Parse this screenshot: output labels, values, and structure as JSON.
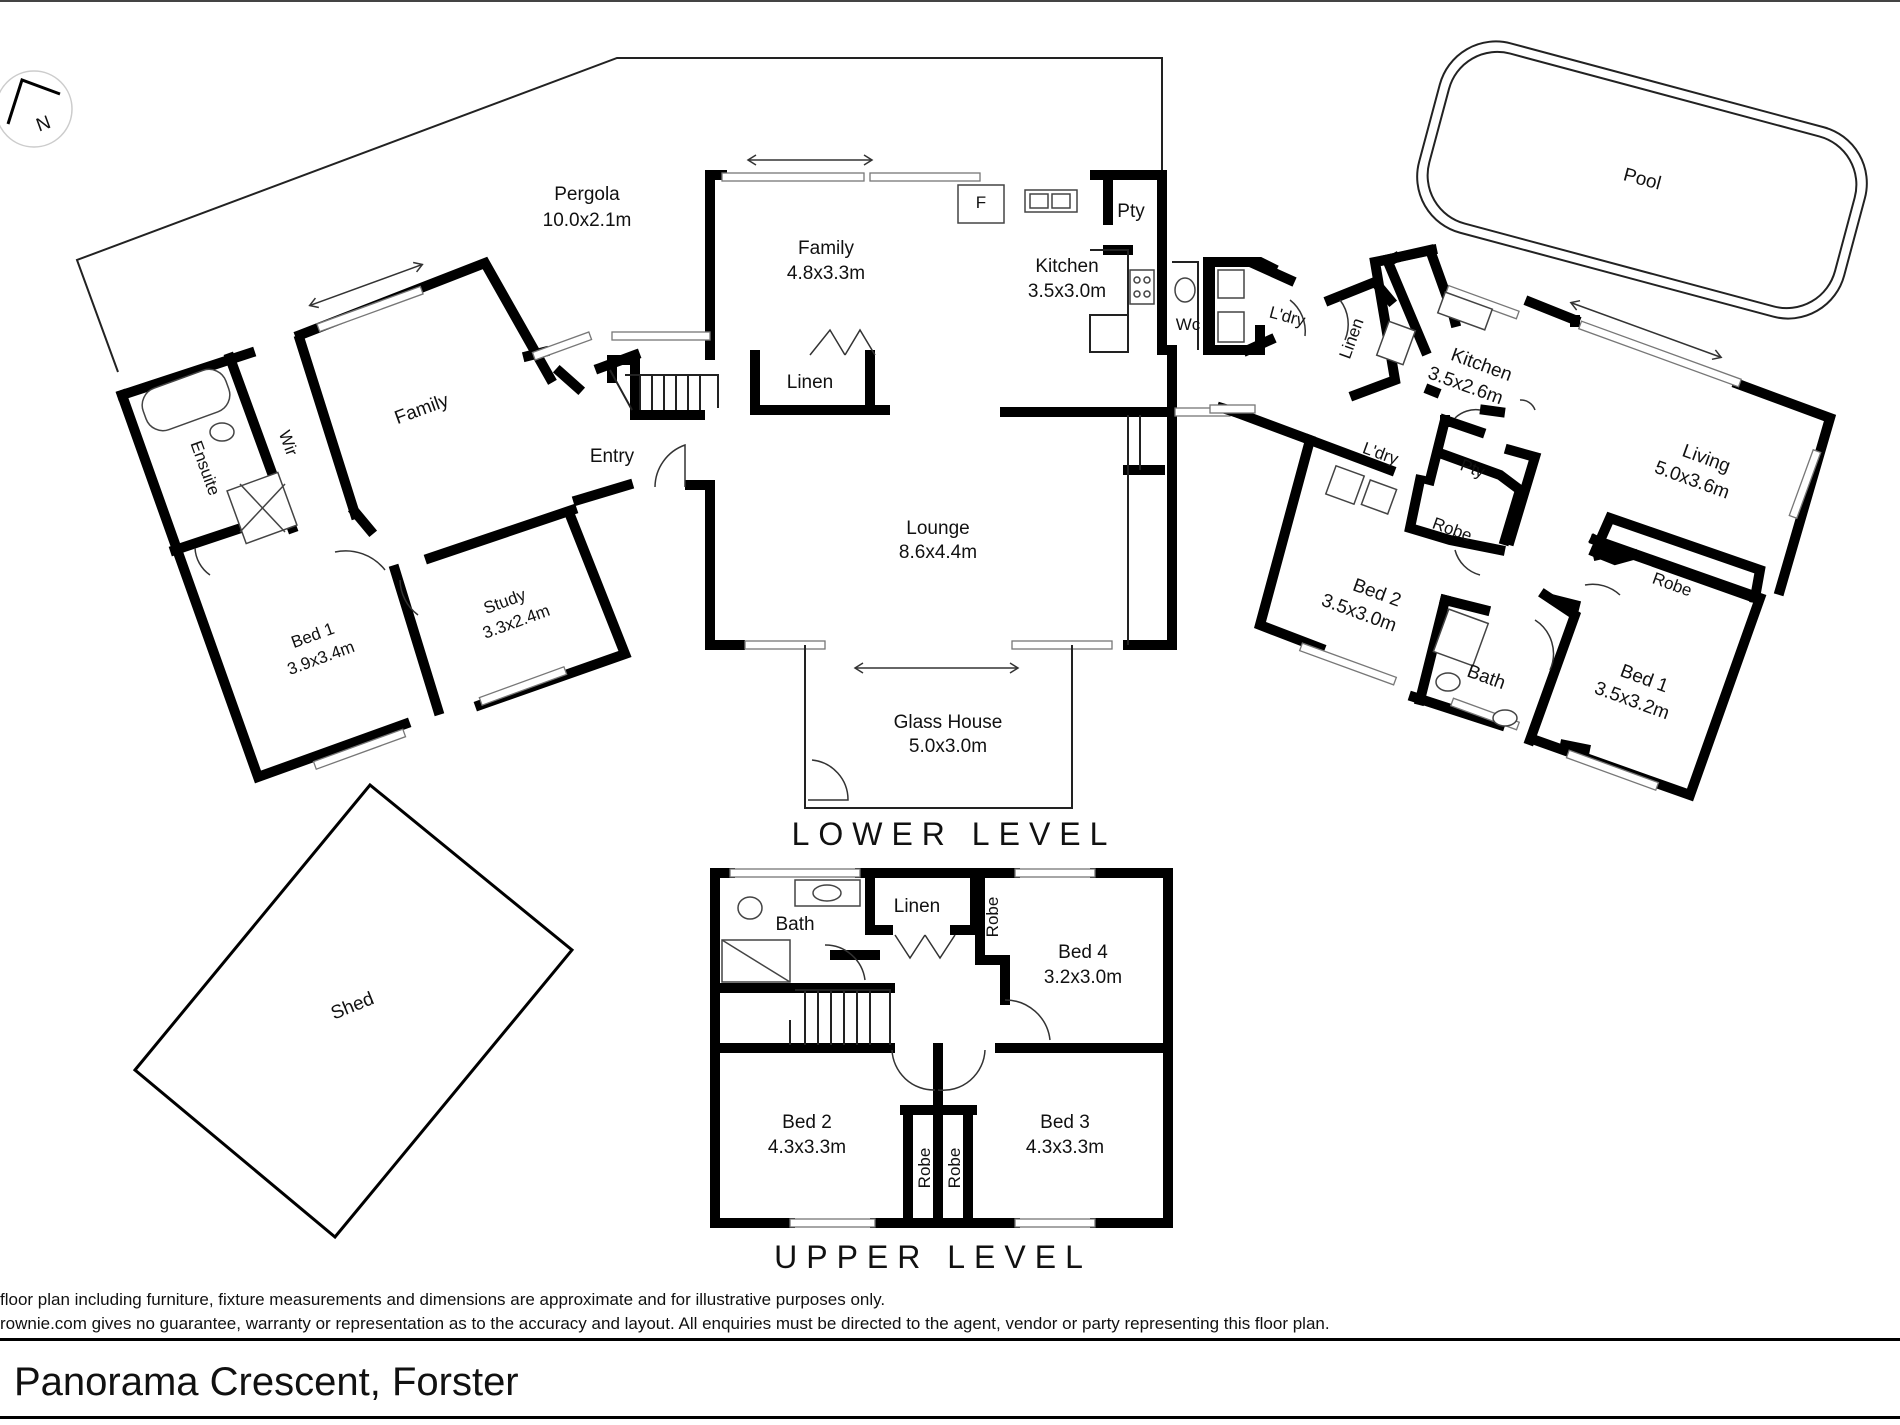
{
  "compass": {
    "letter": "N"
  },
  "pool": {
    "label": "Pool"
  },
  "shed": {
    "label": "Shed"
  },
  "lower_level": {
    "heading": "LOWER LEVEL",
    "rooms": {
      "pergola": {
        "name": "Pergola",
        "size": "10.0x2.1m"
      },
      "family_left": {
        "name": "Family"
      },
      "wir": {
        "name": "Wir"
      },
      "ensuite": {
        "name": "Ensuite"
      },
      "bed1_left": {
        "name": "Bed 1",
        "size": "3.9x3.4m"
      },
      "study": {
        "name": "Study",
        "size": "3.3x2.4m"
      },
      "entry": {
        "name": "Entry"
      },
      "family_main": {
        "name": "Family",
        "size": "4.8x3.3m"
      },
      "linen_main": {
        "name": "Linen"
      },
      "kitchen_main": {
        "name": "Kitchen",
        "size": "3.5x3.0m"
      },
      "pty_main": {
        "name": "Pty"
      },
      "wc": {
        "name": "Wc"
      },
      "ldry_main": {
        "name": "L'dry"
      },
      "lounge": {
        "name": "Lounge",
        "size": "8.6x4.4m"
      },
      "glass_house": {
        "name": "Glass House",
        "size": "5.0x3.0m"
      },
      "linen_right": {
        "name": "Linen"
      },
      "kitchen_right": {
        "name": "Kitchen",
        "size": "3.5x2.6m"
      },
      "ldry_right": {
        "name": "L'dry"
      },
      "pty_right": {
        "name": "Pty"
      },
      "robe_right_a": {
        "name": "Robe"
      },
      "living": {
        "name": "Living",
        "size": "5.0x3.6m"
      },
      "bed2_right": {
        "name": "Bed 2",
        "size": "3.5x3.0m"
      },
      "robe_right_b": {
        "name": "Robe"
      },
      "bath_right": {
        "name": "Bath"
      },
      "bed1_right": {
        "name": "Bed 1",
        "size": "3.5x3.2m"
      }
    }
  },
  "upper_level": {
    "heading": "UPPER LEVEL",
    "rooms": {
      "bath": {
        "name": "Bath"
      },
      "linen": {
        "name": "Linen"
      },
      "robe_bed4": {
        "name": "Robe"
      },
      "bed4": {
        "name": "Bed 4",
        "size": "3.2x3.0m"
      },
      "bed2": {
        "name": "Bed 2",
        "size": "4.3x3.3m"
      },
      "robe_bed2": {
        "name": "Robe"
      },
      "robe_bed3": {
        "name": "Robe"
      },
      "bed3": {
        "name": "Bed 3",
        "size": "4.3x3.3m"
      }
    }
  },
  "disclaimer": {
    "line1": "floor plan including furniture, fixture measurements and dimensions are approximate and for illustrative purposes only.",
    "line2": "rownie.com gives no guarantee, warranty or representation as to the accuracy and layout. All enquiries must be directed to the agent, vendor or party representing this floor plan."
  },
  "address": "Panorama Crescent, Forster"
}
